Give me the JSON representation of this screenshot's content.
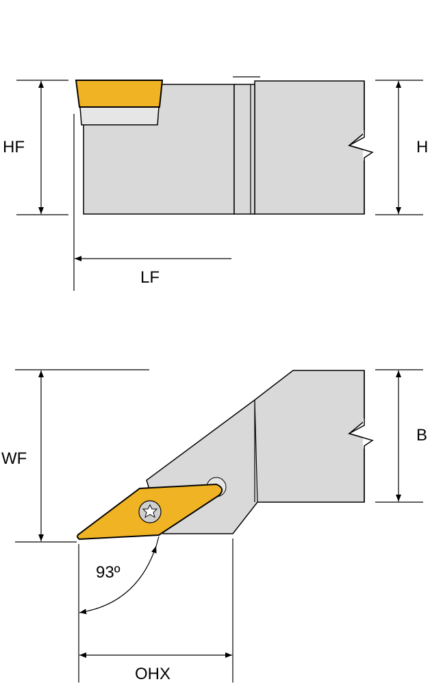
{
  "labels": {
    "hf": "HF",
    "h": "H",
    "lf": "LF",
    "wf": "WF",
    "b": "B",
    "angle": "93º",
    "ohx": "OHX"
  },
  "colors": {
    "insert": "#f0b323",
    "body": "#d9d9d9",
    "line": "#000000"
  }
}
